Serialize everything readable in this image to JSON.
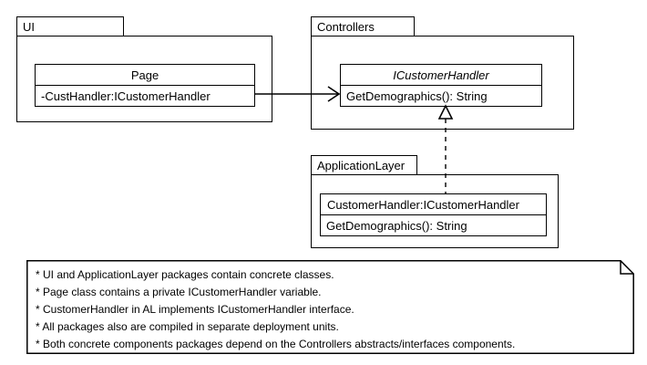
{
  "diagram": {
    "title": "Layered architecture UML package diagram",
    "stroke_color": "#000000",
    "background_color": "#ffffff"
  },
  "packages": [
    {
      "id": "ui",
      "name": "UI"
    },
    {
      "id": "controllers",
      "name": "Controllers"
    },
    {
      "id": "application_layer",
      "name": "ApplicationLayer"
    }
  ],
  "classes": [
    {
      "id": "page",
      "package": "ui",
      "name": "Page",
      "stereotype": "class",
      "name_italic": false,
      "name_align": "center",
      "members": [
        "-CustHandler:ICustomerHandler"
      ]
    },
    {
      "id": "icustomerhandler",
      "package": "controllers",
      "name": "ICustomerHandler",
      "stereotype": "interface",
      "name_italic": true,
      "name_align": "center",
      "members": [
        "GetDemographics(): String"
      ]
    },
    {
      "id": "customerhandler",
      "package": "application_layer",
      "name": "CustomerHandler:ICustomerHandler",
      "stereotype": "class",
      "name_italic": false,
      "name_align": "left",
      "members": [
        "GetDemographics(): String"
      ]
    }
  ],
  "relationships": [
    {
      "id": "page-uses-icustomerhandler",
      "type": "association",
      "line": "solid",
      "arrow": "open",
      "from": "page",
      "to": "icustomerhandler"
    },
    {
      "id": "customerhandler-realizes-icustomerhandler",
      "type": "realization",
      "line": "dashed",
      "arrow": "hollow-triangle",
      "from": "customerhandler",
      "to": "icustomerhandler"
    }
  ],
  "note": {
    "id": "diagram-note",
    "lines": [
      "* UI and ApplicationLayer packages contain concrete classes.",
      "* Page class contains a private ICustomerHandler variable.",
      "* CustomerHandler in AL implements ICustomerHandler interface.",
      "* All packages also are compiled in separate deployment units.",
      "* Both concrete components packages depend on the Controllers abstracts/interfaces components."
    ]
  }
}
